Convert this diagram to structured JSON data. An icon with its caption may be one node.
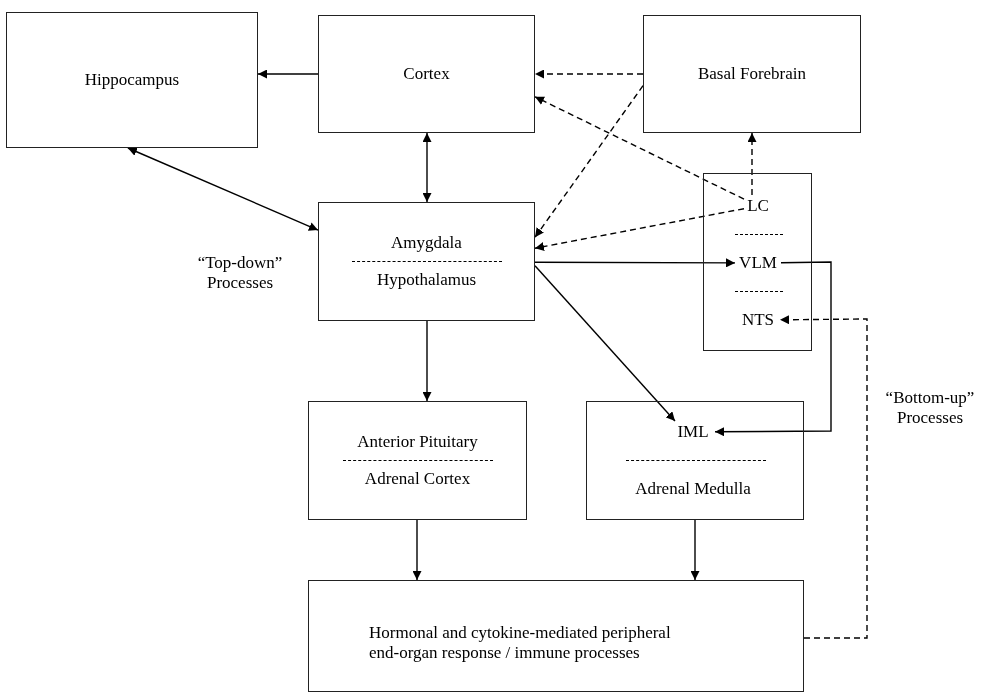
{
  "diagram": {
    "nodes": [
      {
        "text": [
          "Hippocampus"
        ]
      },
      {
        "text": [
          "Cortex"
        ]
      },
      {
        "text": [
          "Basal Forebrain"
        ]
      },
      {
        "text": [
          "Amygdala",
          "Hypothalamus"
        ]
      },
      {
        "text": [],
        "shape": "box"
      },
      {
        "text": [
          "LC"
        ],
        "in": 4
      },
      {
        "text": [
          "VLM"
        ],
        "in": 4
      },
      {
        "text": [
          "NTS"
        ],
        "in": 4
      },
      {
        "text": [
          "Anterior Pituitary",
          "Adrenal Cortex"
        ]
      },
      {
        "text": [],
        "shape": "box"
      },
      {
        "text": [
          "IML"
        ],
        "in": 9
      },
      {
        "text": [
          "Adrenal Medulla"
        ],
        "in": 9
      },
      {
        "text": [
          "Hormonal and cytokine-mediated peripheral end-organ response / immune processes"
        ]
      }
    ],
    "edges": [
      {
        "from": 1,
        "to": 0,
        "arrow": "to"
      },
      {
        "from": 0,
        "to": 3,
        "arrow": "both"
      },
      {
        "from": 1,
        "to": 3,
        "arrow": "both"
      },
      {
        "from": 2,
        "to": 1,
        "arrow": "to",
        "style": "dashed"
      },
      {
        "from": 2,
        "to": 3,
        "arrow": "to",
        "style": "dashed"
      },
      {
        "from": 5,
        "to": 1,
        "arrow": "to",
        "style": "dashed"
      },
      {
        "from": 5,
        "to": 3,
        "arrow": "to",
        "style": "dashed"
      },
      {
        "from": 5,
        "to": 2,
        "arrow": "to",
        "style": "dashed"
      },
      {
        "from": 3,
        "to": 6,
        "arrow": "to"
      },
      {
        "from": 3,
        "to": 10,
        "arrow": "to"
      },
      {
        "from": 6,
        "to": 10,
        "arrow": "to"
      },
      {
        "from": 3,
        "to": 8,
        "arrow": "to"
      },
      {
        "from": 8,
        "to": 12,
        "arrow": "to"
      },
      {
        "from": 9,
        "to": 12,
        "arrow": "to"
      },
      {
        "from": 12,
        "to": 7,
        "arrow": "to",
        "style": "dashed"
      }
    ],
    "labels": [
      "“Top-down” Processes",
      "“Bottom-up” Processes"
    ]
  }
}
